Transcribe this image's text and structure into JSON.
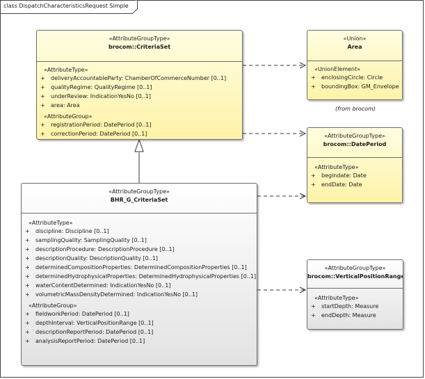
{
  "frame": {
    "title": "class DispatchCharacteristicsRequest Simple"
  },
  "classes": {
    "criteria_set": {
      "stereotype": "«AttributeGroupType»",
      "name": "brocom::CriteriaSet",
      "sections": [
        {
          "title": "«AttributeType»",
          "attributes": [
            {
              "vis": "+",
              "text": "deliveryAccountableParty: ChamberOfCommerceNumber [0..1]"
            },
            {
              "vis": "+",
              "text": "qualityRegime: QualityRegime [0..1]"
            },
            {
              "vis": "+",
              "text": "underReview: IndicationYesNo [0..1]"
            },
            {
              "vis": "+",
              "text": "area: Area"
            }
          ]
        },
        {
          "title": "«AttributeGroup»",
          "attributes": [
            {
              "vis": "+",
              "text": "registrationPeriod: DatePeriod [0..1]"
            },
            {
              "vis": "+",
              "text": "correctionPeriod: DatePeriod [0..1]"
            }
          ]
        }
      ]
    },
    "area": {
      "stereotype": "«Union»",
      "name": "Area",
      "sections": [
        {
          "title": "«UnionElement»",
          "attributes": [
            {
              "vis": "+",
              "text": "enclosingCircle: Circle"
            },
            {
              "vis": "+",
              "text": "boundingBox: GM_Envelope"
            }
          ]
        }
      ],
      "from_note": "(from brocom)"
    },
    "date_period": {
      "stereotype": "«AttributeGroupType»",
      "name": "brocom::DatePeriod",
      "sections": [
        {
          "title": "«AttributeType»",
          "attributes": [
            {
              "vis": "+",
              "text": "begindate: Date"
            },
            {
              "vis": "+",
              "text": "endDate: Date"
            }
          ]
        }
      ]
    },
    "bhr_criteria_set": {
      "stereotype": "«AttributeGroupType»",
      "name": "BHR_G_CriteriaSet",
      "sections": [
        {
          "title": "«AttributeType»",
          "attributes": [
            {
              "vis": "+",
              "text": "discipline: Discipline [0..1]"
            },
            {
              "vis": "+",
              "text": "samplingQuality: SamplingQuality [0..1]"
            },
            {
              "vis": "+",
              "text": "descriptionProcedure: DescriptionProcedure [0..1]"
            },
            {
              "vis": "+",
              "text": "descriptionQuality: DescriptionQuality [0..1]"
            },
            {
              "vis": "+",
              "text": "determinedCompositionProperties: DeterminedCompositionProperties [0..1]"
            },
            {
              "vis": "+",
              "text": "determinedHydrophysicalProperties: DeterminedHydrophysicalProperties [0..1]"
            },
            {
              "vis": "+",
              "text": "waterContentDetermined: IndicationYesNo [0..1]"
            },
            {
              "vis": "+",
              "text": "volumetricMassDensityDetermined: IndicationYesNo [0..1]"
            }
          ]
        },
        {
          "title": "«AttributeGroup»",
          "attributes": [
            {
              "vis": "+",
              "text": "fieldworkPeriod: DatePeriod [0..1]"
            },
            {
              "vis": "+",
              "text": "depthInterval: VerticalPositionRange [0..1]"
            },
            {
              "vis": "+",
              "text": "descriptionReportPeriod: DatePeriod [0..1]"
            },
            {
              "vis": "+",
              "text": "analysisReportPeriod: DatePeriod [0..1]"
            }
          ]
        }
      ]
    },
    "vertical_position_range": {
      "stereotype": "«AttributeGroupType»",
      "name": "brocom::VerticalPositionRange",
      "sections": [
        {
          "title": "«AttributeType»",
          "attributes": [
            {
              "vis": "+",
              "text": "startDepth: Measure"
            },
            {
              "vis": "+",
              "text": "endDepth: Measure"
            }
          ]
        }
      ]
    }
  }
}
